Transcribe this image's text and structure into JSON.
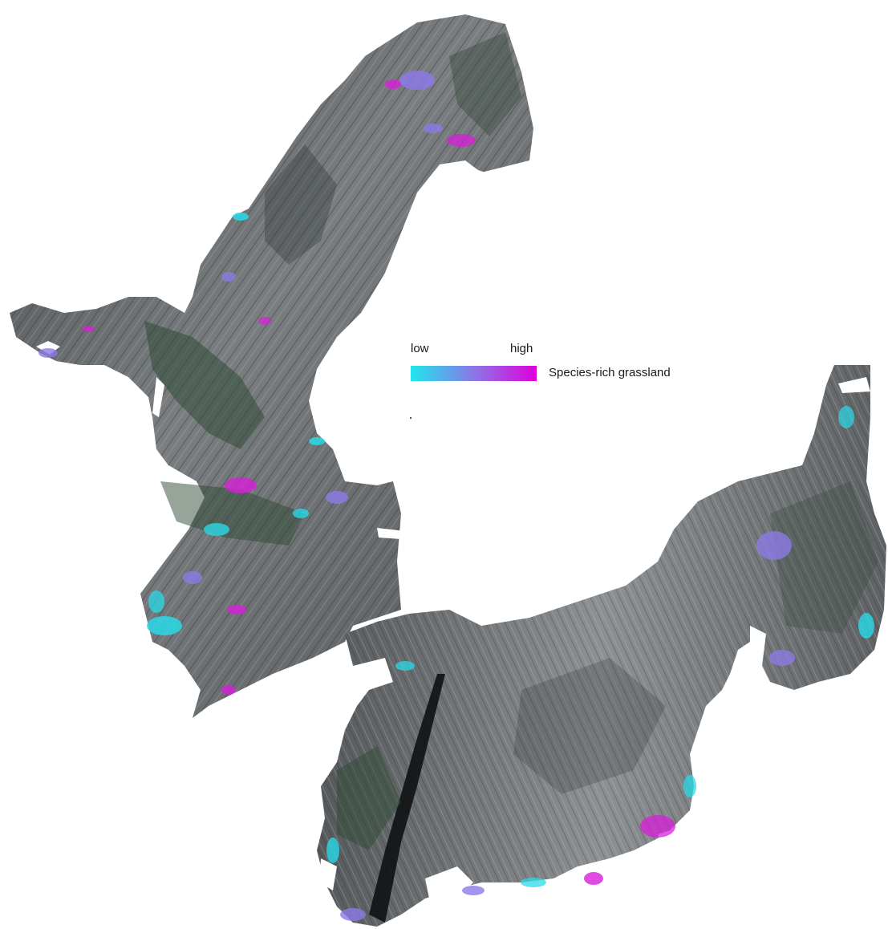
{
  "legend": {
    "low_label": "low",
    "high_label": "high",
    "category_label": "Species-rich grassland",
    "gradient_colors": [
      "#22e6ee",
      "#8a78e6",
      "#e000dc"
    ]
  },
  "map_colors": {
    "terrain_dark": "#3f4446",
    "terrain_mid": "#6b7072",
    "terrain_light": "#9ea2a3",
    "vegetation": "#2f4a36",
    "low_class": "#29d9e8",
    "mid_class": "#8d79e6",
    "high_class": "#d81fd9",
    "no_data": "#ffffff"
  }
}
